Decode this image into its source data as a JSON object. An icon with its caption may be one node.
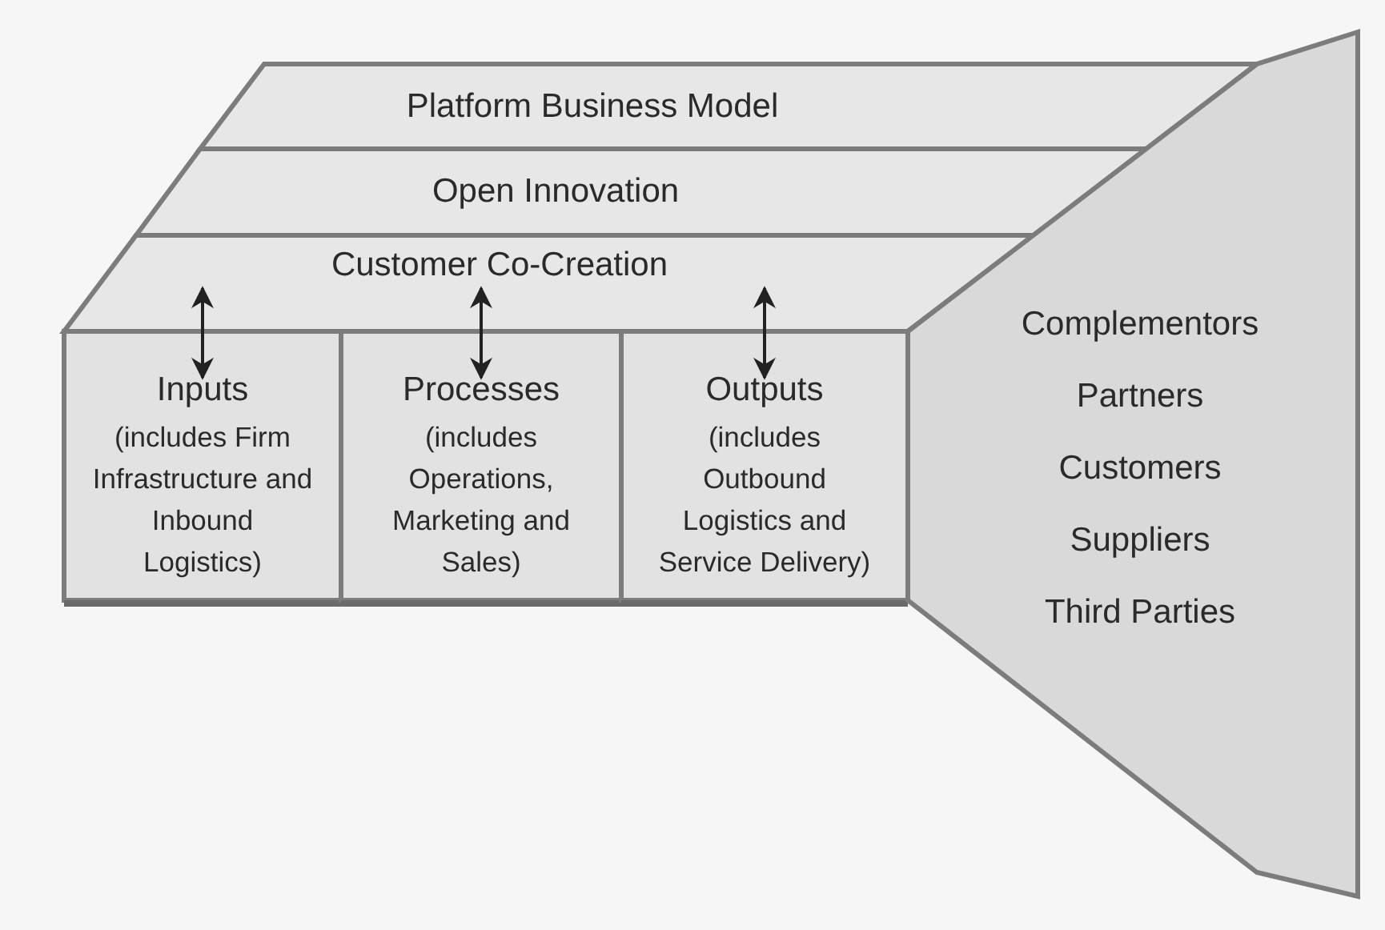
{
  "diagram": {
    "nodes": [
      {
        "text": [
          "Platform Business Model"
        ]
      },
      {
        "text": [
          "Open Innovation"
        ]
      },
      {
        "text": [
          "Customer Co-Creation"
        ]
      },
      {
        "text": [
          "Inputs",
          "(includes Firm Infrastructure and Inbound Logistics)"
        ]
      },
      {
        "text": [
          "Processes",
          "(includes Operations, Marketing and Sales)"
        ]
      },
      {
        "text": [
          "Outputs",
          "(includes Outbound Logistics and Service Delivery)"
        ]
      },
      {
        "text": [
          "Complementors",
          "Partners",
          "Customers",
          "Suppliers",
          "Third Parties"
        ]
      }
    ],
    "edges": [
      {
        "from": 2,
        "to": 3,
        "arrow": "both"
      },
      {
        "from": 2,
        "to": 4,
        "arrow": "both"
      },
      {
        "from": 2,
        "to": 5,
        "arrow": "both"
      }
    ]
  }
}
